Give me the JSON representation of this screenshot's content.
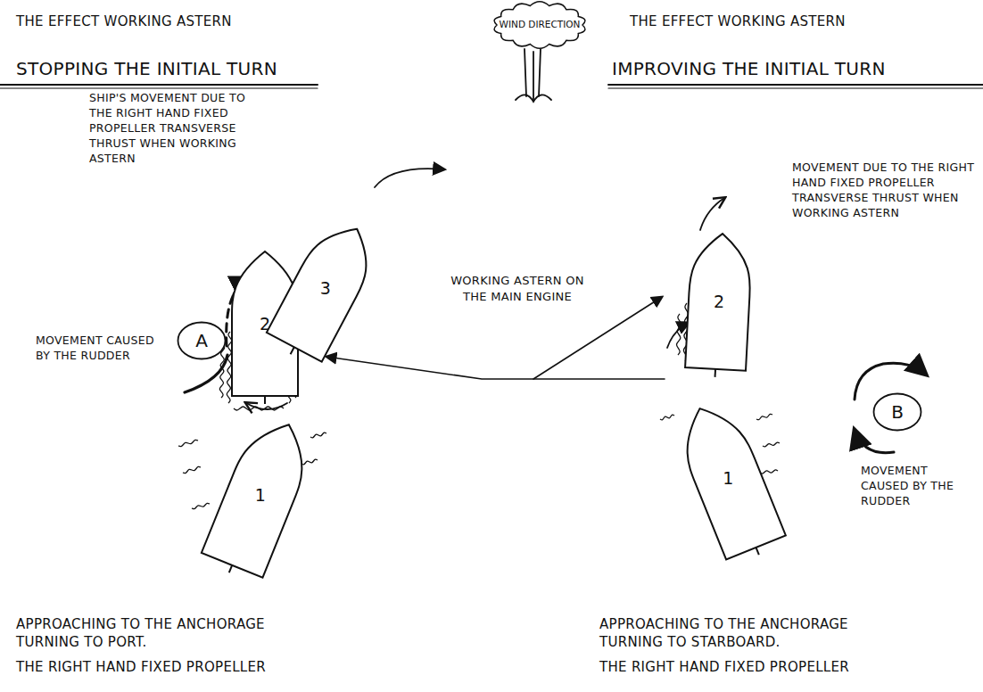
{
  "diagram": {
    "nodes": [
      {
        "text": [
          "WIND DIRECTION"
        ]
      },
      {
        "text": [
          "A"
        ]
      },
      {
        "text": [
          "2"
        ]
      },
      {
        "text": [
          "3"
        ]
      },
      {
        "text": [
          "1"
        ]
      },
      {
        "text": [
          "2"
        ]
      },
      {
        "text": [
          "B"
        ]
      },
      {
        "text": [
          "1"
        ]
      }
    ],
    "labels": [
      "THE EFFECT WORKING ASTERN",
      "THE EFFECT WORKING ASTERN",
      "STOPPING THE INITIAL TURN",
      "IMPROVING THE INITIAL TURN",
      "SHIP'S MOVEMENT DUE TO THE RIGHT HAND FIXED PROPELLER TRANSVERSE THRUST WHEN WORKING ASTERN",
      "MOVEMENT CAUSED BY THE RUDDER",
      "WORKING ASTERN ON THE MAIN ENGINE",
      "MOVEMENT DUE TO THE RIGHT HAND FIXED PROPELLER TRANSVERSE THRUST WHEN WORKING ASTERN",
      "MOVEMENT CAUSED BY THE RUDDER",
      "APPROACHING TO THE ANCHORAGE TURNING TO PORT.",
      "THE RIGHT HAND FIXED PROPELLER",
      "APPROACHING TO THE ANCHORAGE TURNING TO STARBOARD.",
      "THE RIGHT HAND FIXED PROPELLER"
    ]
  }
}
